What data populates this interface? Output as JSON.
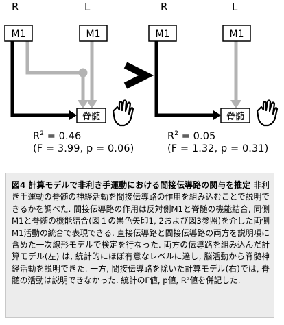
{
  "diagram": {
    "left_panel": {
      "label_r": "R",
      "label_l": "L",
      "box_r": "M1",
      "box_l": "M1",
      "spinal": "脊髄",
      "r_squared_prefix": "R",
      "r_squared_sup": "2",
      "r_squared_value": " = 0.46",
      "f_stat": "(F = 3.99, p = 0.06)"
    },
    "right_panel": {
      "label_r": "R",
      "label_l": "L",
      "box_r": "M1",
      "box_l": "M1",
      "spinal": "脊髄",
      "r_squared_prefix": "R",
      "r_squared_sup": "2",
      "r_squared_value": " = 0.05",
      "f_stat": "(F = 1.32, p = 0.31)"
    },
    "colors": {
      "direct_path": "#000000",
      "indirect_path": "#b3b3b3",
      "box_stroke": "#000000"
    },
    "icons": [
      "hand-icon",
      "greater-than-symbol"
    ]
  },
  "caption": {
    "title": "図4 計算モデルで非利き手運動における間接伝導路の関与を推定",
    "body": " 非利き手運動の脊髄の神経活動を間接伝導路の作用を組み込むことで説明できるかを調べた. 間接伝導路の作用は反対側M1と脊髄の機能結合, 同側M1と脊髄の機能結合(図１の黒色矢印1, 2および図3参照)を介した両側M1活動の統合で表現できる. 直接伝導路と間接伝導路の両方を説明項に含めた一次線形モデルで検定を行なった. 両方の伝導路を組み込んだ計算モデル(左) は, 統計的にほぼ有意なレベルに達し, 脳活動から脊髄神経活動を説明できた. 一方, 間接伝導路を除いた計算モデル(右)では, 脊髄の活動は説明できなかった. 統計のF値, p値, R²値を併記した."
  }
}
